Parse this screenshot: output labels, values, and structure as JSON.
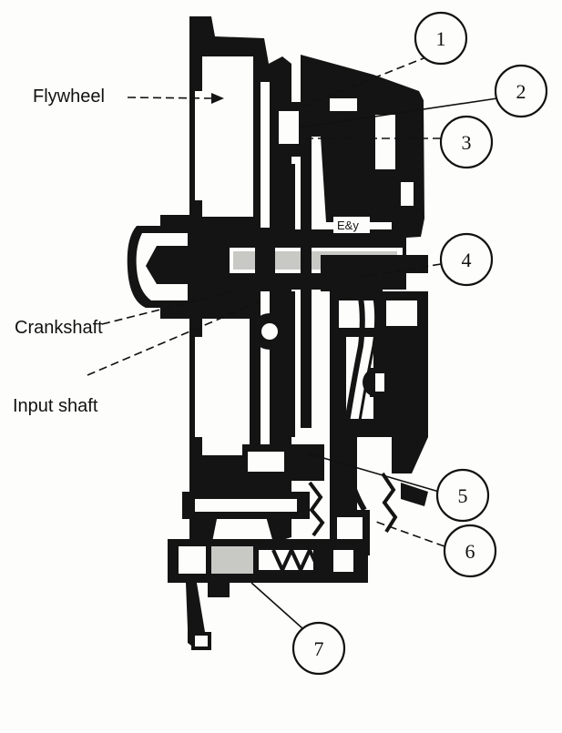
{
  "labels": {
    "flywheel": "Flywheel",
    "crankshaft": "Crankshaft",
    "input_shaft": "Input shaft"
  },
  "callouts": [
    "1",
    "2",
    "3",
    "4",
    "5",
    "6",
    "7"
  ],
  "colors": {
    "ink": "#141414",
    "paper": "#fdfdfb"
  }
}
